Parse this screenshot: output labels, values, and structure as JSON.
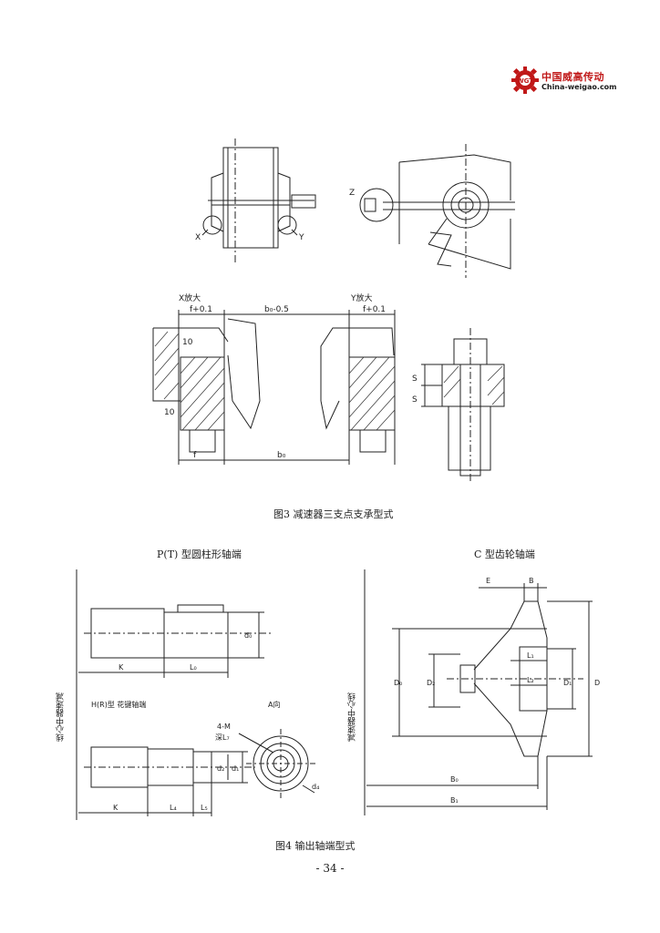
{
  "logo": {
    "name": "中国威高传动",
    "site": "China-weigao.com",
    "badge": "WGT"
  },
  "fig3": {
    "caption": "图3  减速器三支点支承型式",
    "labels": {
      "x": "X",
      "y": "Y",
      "z": "Z",
      "x_zoom": "X放大",
      "y_zoom": "Y放大",
      "f_tol": "f+0.1",
      "b_tol": "b₀-0.5",
      "ten": "10",
      "s": "S",
      "f_fit": "f",
      "b_fit": "b₀"
    }
  },
  "fig4": {
    "caption": "图4  输出轴端型式",
    "left_title": "P(T)  型圆柱形轴端",
    "right_title": "C  型齿轮轴端",
    "left_axis": "线心中器速减",
    "right_axis": "减速器中心线",
    "spline_label": "H(R)型 花键轴端",
    "a_dir": "A向",
    "labels": {
      "K": "K",
      "L0": "L₀",
      "d0": "d₀",
      "d1": "d₁",
      "d2": "d₂",
      "d4": "d₄",
      "L4": "L₄",
      "L5": "L₅",
      "m4": "4-M",
      "deep": "深L₇",
      "E": "E",
      "B": "B",
      "L1": "L₁",
      "L2": "L₂",
      "D0": "D₀",
      "D1": "D₁",
      "D2": "D₂",
      "D": "D",
      "B0": "B₀",
      "B1": "B₁"
    }
  },
  "page_number": "- 34 -"
}
